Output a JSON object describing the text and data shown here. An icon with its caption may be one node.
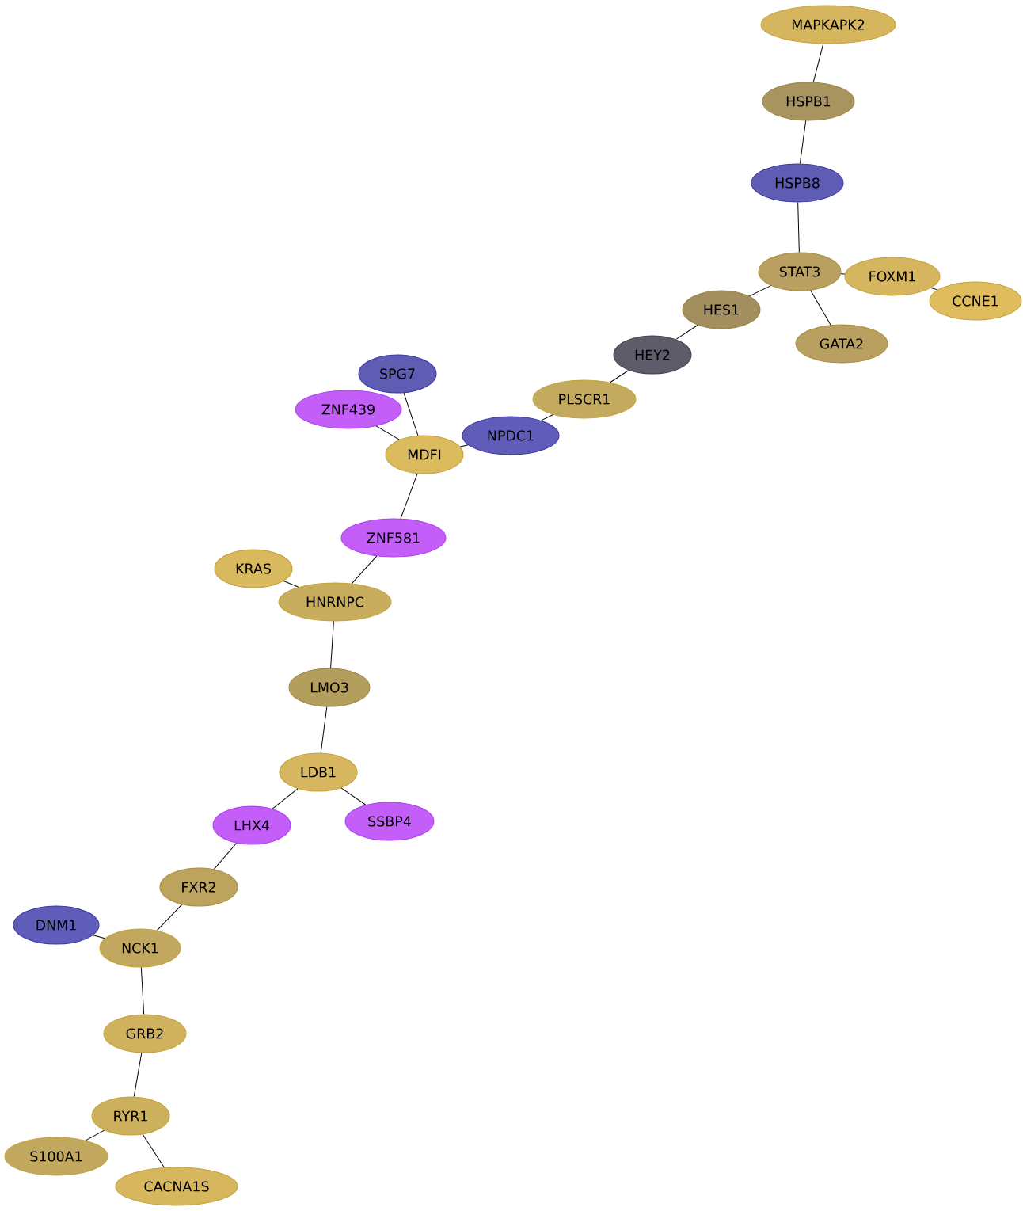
{
  "diagram": {
    "nodes": [
      {
        "text": [
          "MAPKAPK2"
        ]
      },
      {
        "text": [
          "HSPB1"
        ]
      },
      {
        "text": [
          "HSPB8"
        ]
      },
      {
        "text": [
          "STAT3"
        ]
      },
      {
        "text": [
          "FOXM1"
        ]
      },
      {
        "text": [
          "CCNE1"
        ]
      },
      {
        "text": [
          "HES1"
        ]
      },
      {
        "text": [
          "GATA2"
        ]
      },
      {
        "text": [
          "HEY2"
        ]
      },
      {
        "text": [
          "PLSCR1"
        ]
      },
      {
        "text": [
          "SPG7"
        ]
      },
      {
        "text": [
          "ZNF439"
        ]
      },
      {
        "text": [
          "NPDC1"
        ]
      },
      {
        "text": [
          "MDFI"
        ]
      },
      {
        "text": [
          "ZNF581"
        ]
      },
      {
        "text": [
          "KRAS"
        ]
      },
      {
        "text": [
          "HNRNPC"
        ]
      },
      {
        "text": [
          "LMO3"
        ]
      },
      {
        "text": [
          "LDB1"
        ]
      },
      {
        "text": [
          "LHX4"
        ]
      },
      {
        "text": [
          "SSBP4"
        ]
      },
      {
        "text": [
          "FXR2"
        ]
      },
      {
        "text": [
          "DNM1"
        ]
      },
      {
        "text": [
          "NCK1"
        ]
      },
      {
        "text": [
          "GRB2"
        ]
      },
      {
        "text": [
          "RYR1"
        ]
      },
      {
        "text": [
          "S100A1"
        ]
      },
      {
        "text": [
          "CACNA1S"
        ]
      }
    ],
    "edges": [
      {
        "from": 0,
        "to": 1,
        "arrow": "none"
      },
      {
        "from": 1,
        "to": 2,
        "arrow": "none"
      },
      {
        "from": 2,
        "to": 3,
        "arrow": "none"
      },
      {
        "from": 3,
        "to": 4,
        "arrow": "none"
      },
      {
        "from": 4,
        "to": 5,
        "arrow": "none"
      },
      {
        "from": 3,
        "to": 6,
        "arrow": "none"
      },
      {
        "from": 3,
        "to": 7,
        "arrow": "none"
      },
      {
        "from": 6,
        "to": 8,
        "arrow": "none"
      },
      {
        "from": 8,
        "to": 9,
        "arrow": "none"
      },
      {
        "from": 9,
        "to": 12,
        "arrow": "none"
      },
      {
        "from": 12,
        "to": 13,
        "arrow": "none"
      },
      {
        "from": 10,
        "to": 13,
        "arrow": "none"
      },
      {
        "from": 11,
        "to": 13,
        "arrow": "none"
      },
      {
        "from": 13,
        "to": 14,
        "arrow": "none"
      },
      {
        "from": 14,
        "to": 16,
        "arrow": "none"
      },
      {
        "from": 15,
        "to": 16,
        "arrow": "none"
      },
      {
        "from": 16,
        "to": 17,
        "arrow": "none"
      },
      {
        "from": 17,
        "to": 18,
        "arrow": "none"
      },
      {
        "from": 18,
        "to": 19,
        "arrow": "none"
      },
      {
        "from": 18,
        "to": 20,
        "arrow": "none"
      },
      {
        "from": 19,
        "to": 21,
        "arrow": "none"
      },
      {
        "from": 21,
        "to": 23,
        "arrow": "none"
      },
      {
        "from": 22,
        "to": 23,
        "arrow": "none"
      },
      {
        "from": 23,
        "to": 24,
        "arrow": "none"
      },
      {
        "from": 24,
        "to": 25,
        "arrow": "none"
      },
      {
        "from": 25,
        "to": 26,
        "arrow": "none"
      },
      {
        "from": 25,
        "to": 27,
        "arrow": "none"
      }
    ]
  }
}
